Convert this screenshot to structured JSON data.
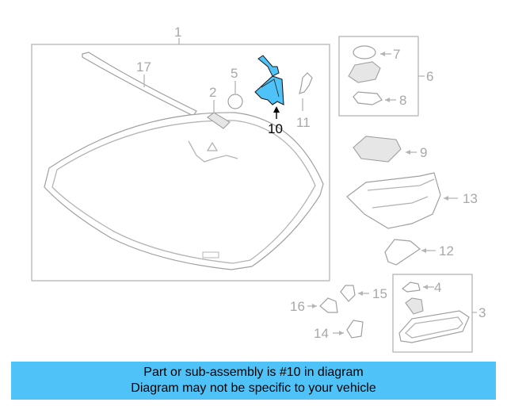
{
  "callouts": {
    "c1": "1",
    "c2": "2",
    "c3": "3",
    "c4": "4",
    "c5": "5",
    "c6": "6",
    "c7": "7",
    "c8": "8",
    "c9": "9",
    "c10": "10",
    "c11": "11",
    "c12": "12",
    "c13": "13",
    "c14": "14",
    "c15": "15",
    "c16": "16",
    "c17": "17"
  },
  "highlight": {
    "part": "10",
    "color": "#4fc3f7"
  },
  "banner": {
    "line1": "Part or sub-assembly is #10 in diagram",
    "line2": "Diagram may not be specific to your vehicle",
    "background": "#4fc3f7"
  }
}
